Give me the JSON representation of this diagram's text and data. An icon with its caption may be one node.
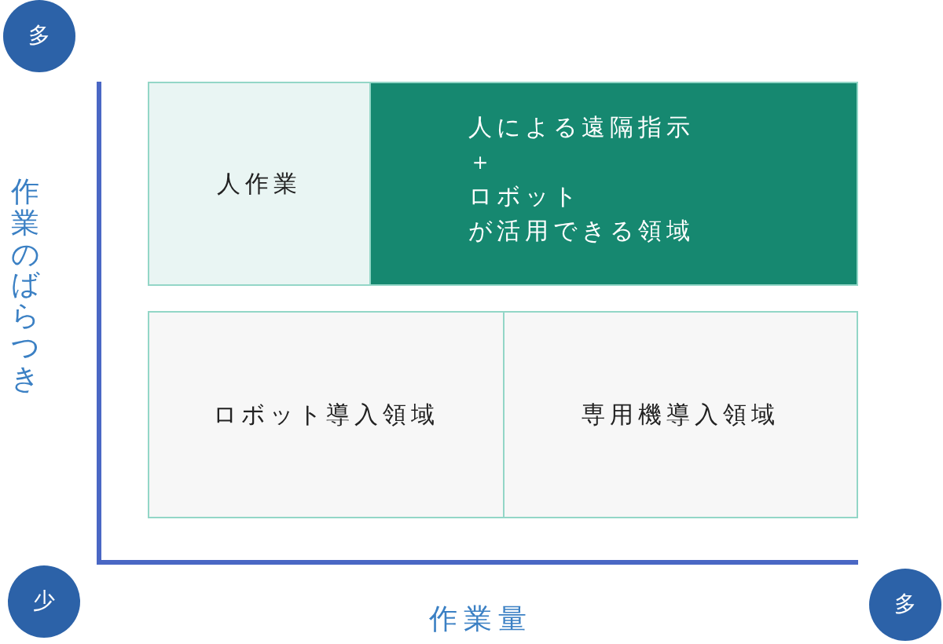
{
  "diagram": {
    "nodes": [
      {
        "text": [
          "多"
        ]
      },
      {
        "text": [
          "人作業"
        ]
      },
      {
        "text": [
          "人による遠隔指示",
          "＋",
          "ロボット",
          "が活用できる領域"
        ]
      },
      {
        "text": [
          "ロボット導入領域"
        ]
      },
      {
        "text": [
          "専用機導入領域"
        ]
      },
      {
        "text": [
          "少"
        ]
      },
      {
        "text": [
          "多"
        ]
      }
    ],
    "labels": [
      "作業のばらつき",
      "作業量"
    ]
  }
}
